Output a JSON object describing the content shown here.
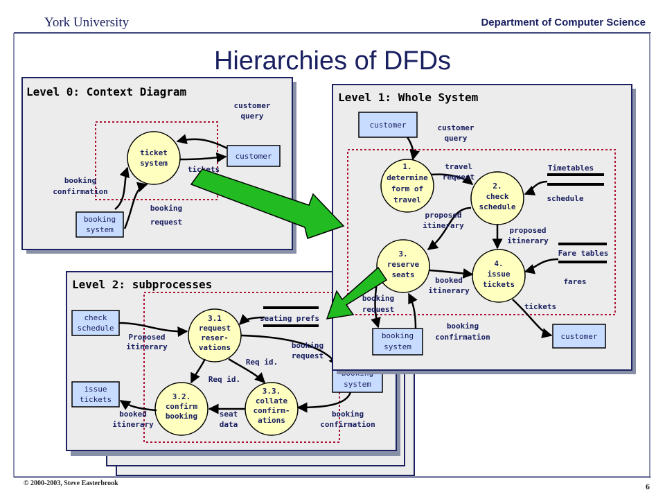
{
  "header": {
    "university": "York University",
    "department": "Department of Computer Science",
    "title": "Hierarchies of DFDs"
  },
  "footer": {
    "copyright": "© 2000-2003, Steve Easterbrook",
    "page": "6"
  },
  "level0": {
    "title": "Level 0: Context Diagram",
    "process": [
      "ticket",
      "system"
    ],
    "customer": "customer",
    "booking_system": [
      "booking",
      "system"
    ],
    "flow_customer_query": [
      "customer",
      "query"
    ],
    "flow_tickets": "tickets",
    "flow_booking_confirmation": [
      "booking",
      "confirmation"
    ],
    "flow_booking_request": [
      "booking",
      "request"
    ]
  },
  "level1": {
    "title": "Level 1: Whole System",
    "customer_top": "customer",
    "customer_bottom": "customer",
    "booking_system": [
      "booking",
      "system"
    ],
    "p1": [
      "1.",
      "determine",
      "form of",
      "travel"
    ],
    "p2": [
      "2.",
      "check",
      "schedule"
    ],
    "p3": [
      "3.",
      "reserve",
      "seats"
    ],
    "p4": [
      "4.",
      "issue",
      "tickets"
    ],
    "store_timetables": "Timetables",
    "store_fare_tables": "Fare tables",
    "flow_customer_query": [
      "customer",
      "query"
    ],
    "flow_travel_request": [
      "travel",
      "request"
    ],
    "flow_schedule": "schedule",
    "flow_proposed_itinerary_a": [
      "proposed",
      "itinerary"
    ],
    "flow_proposed_itinerary_b": [
      "proposed",
      "itinerary"
    ],
    "flow_booked_itinerary": [
      "booked",
      "itinerary"
    ],
    "flow_fares": "fares",
    "flow_tickets": "tickets",
    "flow_booking_request": [
      "booking",
      "request"
    ],
    "flow_booking_confirmation": [
      "booking",
      "confirmation"
    ]
  },
  "level2": {
    "title": "Level 2: subprocesses",
    "check_schedule": [
      "check",
      "schedule"
    ],
    "issue_tickets": [
      "issue",
      "tickets"
    ],
    "booking_system": [
      "booking",
      "system"
    ],
    "p31": [
      "3.1",
      "request",
      "reser-",
      "vations"
    ],
    "p32": [
      "3.2.",
      "confirm",
      "booking"
    ],
    "p33": [
      "3.3.",
      "collate",
      "confirm-",
      "ations"
    ],
    "store_seating_prefs": "seating prefs",
    "flow_proposed_itinerary": [
      "Proposed",
      "itinerary"
    ],
    "flow_booking_request": [
      "booking",
      "request"
    ],
    "flow_req_id_a": "Req id.",
    "flow_req_id_b": "Req id.",
    "flow_seat_data": [
      "seat",
      "data"
    ],
    "flow_booked_itinerary": [
      "booked",
      "itinerary"
    ],
    "flow_booking_confirmation": [
      "booking",
      "confirmation"
    ]
  },
  "colors": {
    "ink": "#1a2060",
    "process_fill": "#ffffc0",
    "entity_fill": "#c8dcff",
    "panel_fill": "#ececec",
    "arrow_green": "#22bb22",
    "boundary_red": "#aa1133"
  }
}
